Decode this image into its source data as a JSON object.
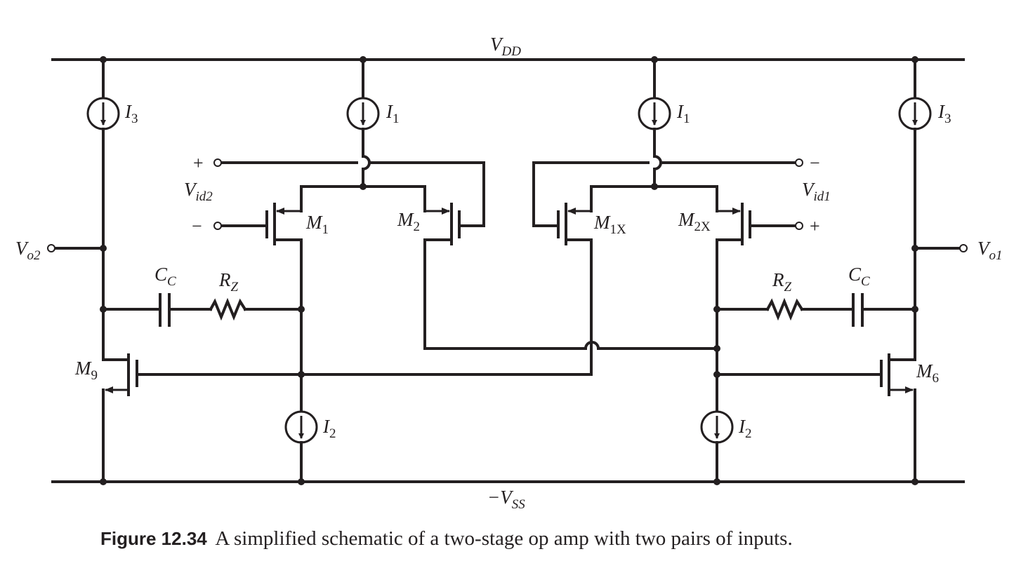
{
  "labels": {
    "vdd": "V",
    "vdd_sub": "DD",
    "vss": "−V",
    "vss_sub": "SS",
    "i3": "I",
    "i3_sub": "3",
    "i1": "I",
    "i1_sub": "1",
    "i2": "I",
    "i2_sub": "2",
    "vid2": "V",
    "vid2_sub": "id2",
    "vid1": "V",
    "vid1_sub": "id1",
    "vo2": "V",
    "vo2_sub": "o2",
    "vo1": "V",
    "vo1_sub": "o1",
    "cc": "C",
    "cc_sub": "C",
    "rz": "R",
    "rz_sub": "Z",
    "m1": "M",
    "m1_sub": "1",
    "m2": "M",
    "m2_sub": "2",
    "m1x": "M",
    "m1x_sub": "1X",
    "m2x": "M",
    "m2x_sub": "2X",
    "m9": "M",
    "m9_sub": "9",
    "m6": "M",
    "m6_sub": "6",
    "plus": "+",
    "minus": "−"
  },
  "caption": {
    "figure": "Figure 12.34",
    "text": "A simplified schematic of a two-stage op amp with two pairs of inputs."
  }
}
